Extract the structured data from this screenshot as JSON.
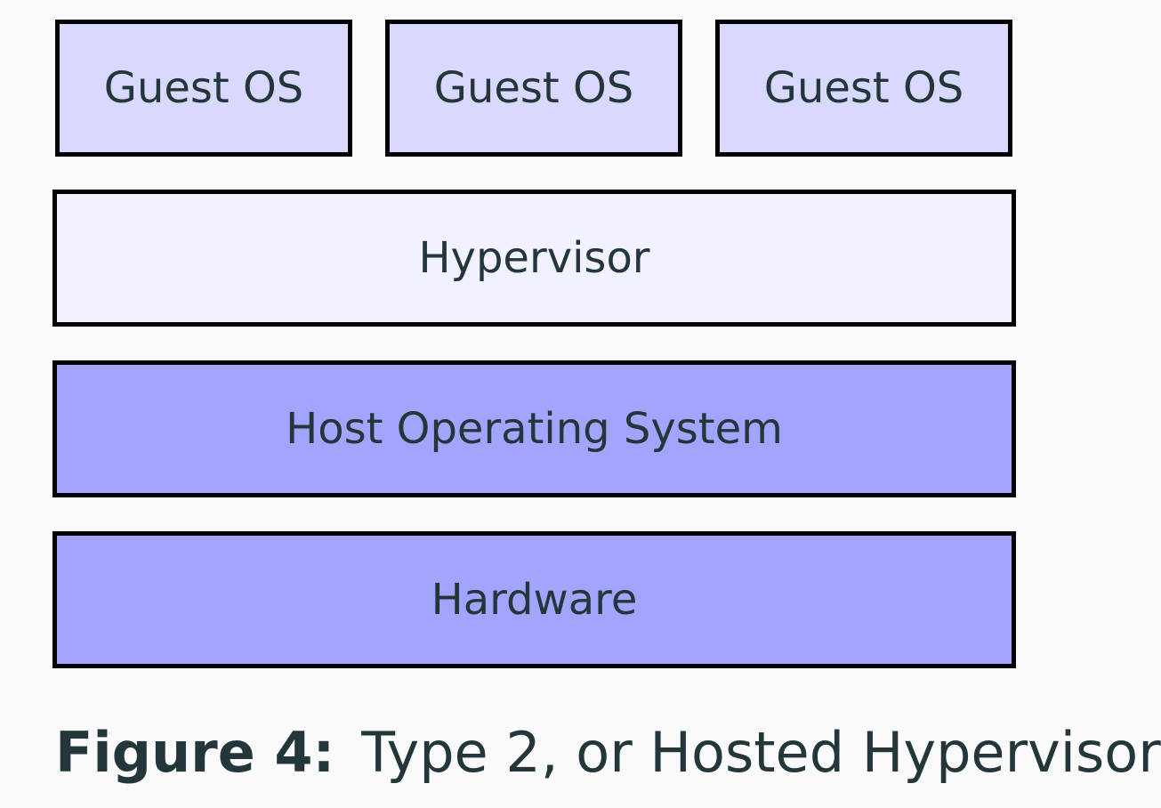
{
  "diagram": {
    "guests": [
      {
        "label": "Guest OS"
      },
      {
        "label": "Guest OS"
      },
      {
        "label": "Guest OS"
      }
    ],
    "hypervisor": {
      "label": "Hypervisor"
    },
    "host_os": {
      "label": "Host Operating System"
    },
    "hardware": {
      "label": "Hardware"
    }
  },
  "caption": {
    "label": "Figure 4:",
    "text": "Type 2, or Hosted Hypervisor"
  },
  "colors": {
    "guest_fill": "#d9d9ff",
    "hypervisor_fill": "#f1f1ff",
    "host_fill": "#a4a4ff",
    "hardware_fill": "#a4a4ff",
    "border": "#000000",
    "text": "#23373b",
    "background": "#fafafa"
  }
}
